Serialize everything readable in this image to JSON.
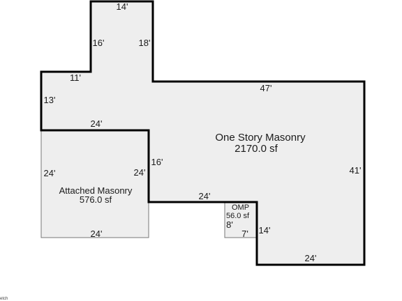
{
  "areas": {
    "main": {
      "name": "One Story Masonry",
      "area": "2170.0 sf"
    },
    "attached": {
      "name": "Attached Masonry",
      "area": "576.0 sf"
    },
    "omp": {
      "name": "OMP",
      "area": "56.0 sf"
    }
  },
  "dimensions": {
    "top": "14'",
    "tower_left": "16'",
    "tower_right": "18'",
    "left_step": "11'",
    "right_top": "47'",
    "left_side": "13'",
    "attached_top": "24'",
    "attached_left": "24'",
    "attached_right": "24'",
    "attached_bottom": "24'",
    "inner_vertical": "16'",
    "right_side": "41'",
    "middle_bottom": "24'",
    "omp_side": "8'",
    "omp_bottom": "7'",
    "notch_vertical": "14'",
    "bottom": "24'"
  },
  "footer": {
    "text": "etch"
  }
}
